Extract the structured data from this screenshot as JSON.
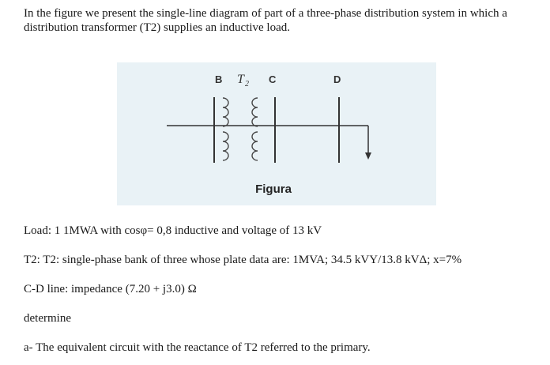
{
  "intro": "In the figure we present the single-line diagram of part of a three-phase distribution system in which a distribution transformer (T2) supplies an inductive load.",
  "figure": {
    "label_b": "B",
    "label_t": "T",
    "label_t_sub": "2",
    "label_c": "C",
    "label_d": "D",
    "caption": "Figura",
    "background": "#e9f2f6"
  },
  "lines": {
    "load": "Load: 1 1MWA with cosφ= 0,8  inductive and voltage of 13 kV",
    "t2": "T2: T2: single-phase bank of three whose plate data are: 1MVA; 34.5 kVY/13.8 kVΔ; x=7%",
    "cd": "C-D line: impedance (7.20 + j3.0) Ω",
    "determine": "determine",
    "question_a": "a- The equivalent circuit with the reactance of T2 referred to the primary."
  }
}
